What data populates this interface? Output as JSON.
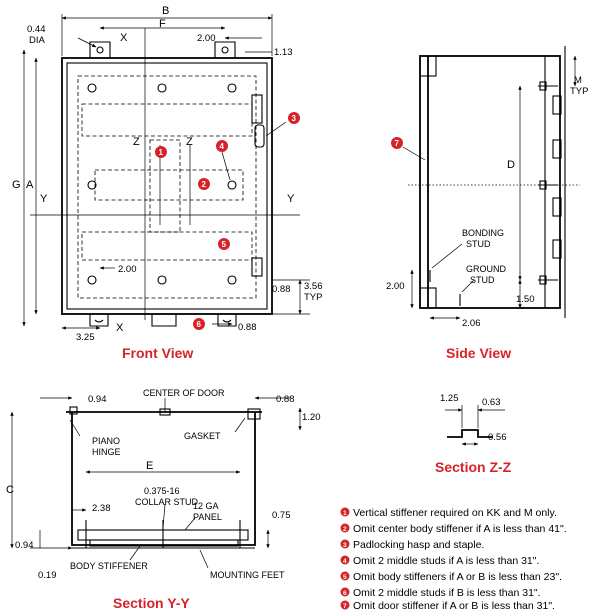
{
  "front_view": {
    "title": "Front View",
    "dims": {
      "hole_dia": "0.44",
      "hole_dia_label": "DIA",
      "b": "B",
      "f": "F",
      "x_top": "X",
      "x_bottom": "X",
      "d200_top": "2.00",
      "d113": "1.13",
      "g": "G",
      "a": "A",
      "y_left": "Y",
      "y_right": "Y",
      "z_left": "Z",
      "z_right": "Z",
      "d200_bottom": "2.00",
      "d088": "0.88",
      "d356": "3.56",
      "typ": "TYP",
      "d325": "3.25",
      "d088_bottom": "0.88"
    }
  },
  "side_view": {
    "title": "Side View",
    "dims": {
      "m": "M",
      "typ": "TYP",
      "d": "D",
      "bonding_stud": "BONDING\nSTUD",
      "bonding_1": "BONDING",
      "bonding_2": "STUD",
      "ground_1": "GROUND",
      "ground_2": "STUD",
      "d200": "2.00",
      "d150": "1.50",
      "d206": "2.06"
    }
  },
  "section_yy": {
    "title": "Section Y-Y",
    "dims": {
      "d094_top": "0.94",
      "center_of_door": "CENTER OF DOOR",
      "d088": "0.88",
      "d120": "1.20",
      "piano_1": "PIANO",
      "piano_2": "HINGE",
      "gasket": "GASKET",
      "c": "C",
      "e": "E",
      "collar_1": "0.375-16",
      "collar_2": "COLLAR STUD",
      "d238": "2.38",
      "panel_1": "12 GA",
      "panel_2": "PANEL",
      "d075": "0.75",
      "d094_bottom": "0.94",
      "d019": "0.19",
      "body_stiffener": "BODY STIFFENER",
      "mounting_feet": "MOUNTING FEET"
    }
  },
  "section_zz": {
    "title": "Section Z-Z",
    "dims": {
      "d125": "1.25",
      "d063": "0.63",
      "d056": "0.56"
    }
  },
  "markers": {
    "m1": "1",
    "m2": "2",
    "m3": "3",
    "m4": "4",
    "m5": "5",
    "m6": "6",
    "m7": "7"
  },
  "notes": [
    {
      "num": "1",
      "text": "Vertical stiffener required on KK and M only."
    },
    {
      "num": "2",
      "text": "Omit center body stiffener if A is less than 41\"."
    },
    {
      "num": "3",
      "text": "Padlocking hasp and staple."
    },
    {
      "num": "4",
      "text": "Omit 2 middle studs if A is less than 31\"."
    },
    {
      "num": "5",
      "text": "Omit body stiffeners if A or B is less than 23\"."
    },
    {
      "num": "6",
      "text": "Omit 2 middle studs if B is less than 31\"."
    },
    {
      "num": "7",
      "text": "Omit door stiffener if A or B is less than 31\"."
    }
  ]
}
